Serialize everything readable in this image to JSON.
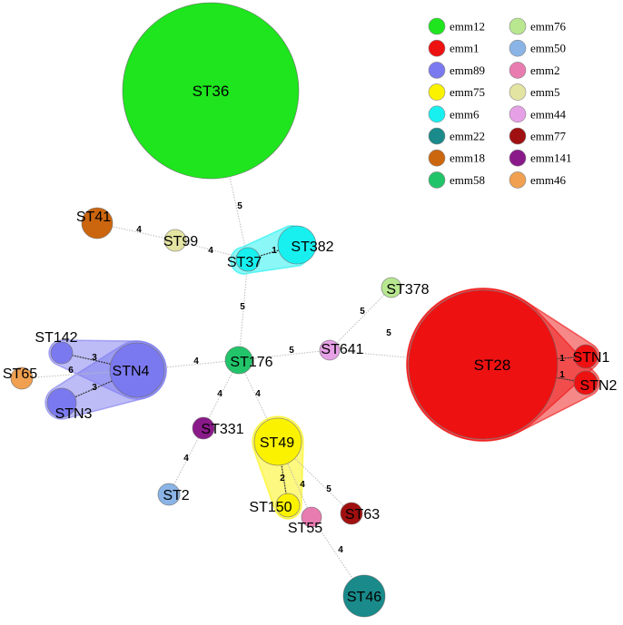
{
  "legend": [
    {
      "label": "emm12",
      "color": "#1ee51e"
    },
    {
      "label": "emm1",
      "color": "#ee1111"
    },
    {
      "label": "emm89",
      "color": "#7b79ef"
    },
    {
      "label": "emm75",
      "color": "#fbf200"
    },
    {
      "label": "emm6",
      "color": "#18f0f0"
    },
    {
      "label": "emm22",
      "color": "#1a8a8a"
    },
    {
      "label": "emm18",
      "color": "#cc660e"
    },
    {
      "label": "emm58",
      "color": "#22c46a"
    },
    {
      "label": "emm76",
      "color": "#b8e790"
    },
    {
      "label": "emm50",
      "color": "#8ab4e6"
    },
    {
      "label": "emm2",
      "color": "#e87cb0"
    },
    {
      "label": "emm5",
      "color": "#e4e4a2"
    },
    {
      "label": "emm44",
      "color": "#e6a0e6"
    },
    {
      "label": "emm77",
      "color": "#a01010"
    },
    {
      "label": "emm141",
      "color": "#8a1a8a"
    },
    {
      "label": "emm46",
      "color": "#f0a050"
    }
  ],
  "nodes": [
    {
      "id": "ST36",
      "emm": "emm12"
    },
    {
      "id": "ST28",
      "emm": "emm1"
    },
    {
      "id": "STN1",
      "emm": "emm1"
    },
    {
      "id": "STN2",
      "emm": "emm1"
    },
    {
      "id": "ST37",
      "emm": "emm6"
    },
    {
      "id": "ST382",
      "emm": "emm6"
    },
    {
      "id": "ST41",
      "emm": "emm18"
    },
    {
      "id": "ST99",
      "emm": "emm5"
    },
    {
      "id": "ST176",
      "emm": "emm58"
    },
    {
      "id": "STN4",
      "emm": "emm89"
    },
    {
      "id": "ST142",
      "emm": "emm89"
    },
    {
      "id": "STN3",
      "emm": "emm89"
    },
    {
      "id": "ST65",
      "emm": "emm46"
    },
    {
      "id": "ST641",
      "emm": "emm44"
    },
    {
      "id": "ST378",
      "emm": "emm76"
    },
    {
      "id": "ST331",
      "emm": "emm141"
    },
    {
      "id": "ST2",
      "emm": "emm50"
    },
    {
      "id": "ST49",
      "emm": "emm75"
    },
    {
      "id": "ST150",
      "emm": "emm75"
    },
    {
      "id": "ST55",
      "emm": "emm2"
    },
    {
      "id": "ST63",
      "emm": "emm77"
    },
    {
      "id": "ST46",
      "emm": "emm22"
    }
  ],
  "edges": [
    {
      "from": "ST36",
      "to": "ST37",
      "label": "5"
    },
    {
      "from": "ST41",
      "to": "ST99",
      "label": "4"
    },
    {
      "from": "ST99",
      "to": "ST37",
      "label": "4"
    },
    {
      "from": "ST37",
      "to": "ST382",
      "label": "1"
    },
    {
      "from": "ST37",
      "to": "ST176",
      "label": "5"
    },
    {
      "from": "ST176",
      "to": "STN4",
      "label": "4"
    },
    {
      "from": "STN4",
      "to": "ST142",
      "label": "3"
    },
    {
      "from": "STN4",
      "to": "STN3",
      "label": "3"
    },
    {
      "from": "ST65",
      "to": "STN4",
      "label": "6"
    },
    {
      "from": "ST176",
      "to": "ST641",
      "label": "5"
    },
    {
      "from": "ST641",
      "to": "ST378",
      "label": "5"
    },
    {
      "from": "ST641",
      "to": "ST28",
      "label": "5"
    },
    {
      "from": "ST28",
      "to": "STN1",
      "label": "1"
    },
    {
      "from": "ST28",
      "to": "STN2",
      "label": "1"
    },
    {
      "from": "ST176",
      "to": "ST331",
      "label": "4"
    },
    {
      "from": "ST331",
      "to": "ST2",
      "label": "4"
    },
    {
      "from": "ST176",
      "to": "ST49",
      "label": "4"
    },
    {
      "from": "ST49",
      "to": "ST150",
      "label": "2"
    },
    {
      "from": "ST49",
      "to": "ST55",
      "label": "4"
    },
    {
      "from": "ST49",
      "to": "ST63",
      "label": "5"
    },
    {
      "from": "ST55",
      "to": "ST46",
      "label": "4"
    }
  ]
}
